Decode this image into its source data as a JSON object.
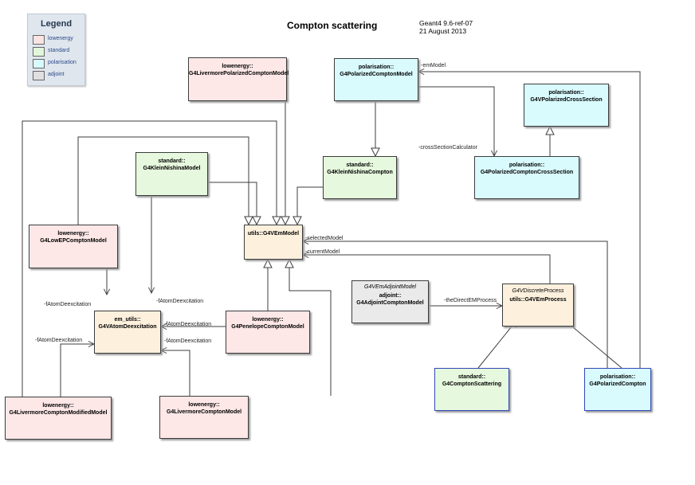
{
  "diagram": {
    "title": "Compton scattering",
    "meta": [
      "Geant4 9.6-ref-07",
      "21 August 2013"
    ]
  },
  "legend": {
    "title": "Legend",
    "items": [
      {
        "label": "lowenergy",
        "color": "#f9e3e3"
      },
      {
        "label": "standard",
        "color": "#e2f7da"
      },
      {
        "label": "polarisation",
        "color": "#d6fafd"
      },
      {
        "label": "adjoint",
        "color": "#e0e0e0"
      }
    ]
  },
  "colors": {
    "lowenergy": "#fde7e7",
    "standard": "#e6f8dd",
    "polarisation": "#d9fbfe",
    "adjoint": "#eaeaea",
    "utils": "#fdf1de",
    "line": "#3d3d3d"
  },
  "nodes": {
    "livermore_polarized": {
      "pkg": "lowenergy::",
      "name": "G4LivermorePolarizedComptonModel"
    },
    "polarized_compton_model": {
      "pkg": "polarisation::",
      "name": "G4PolarizedComptonModel"
    },
    "polarized_cross_section": {
      "pkg": "polarisation::",
      "name": "G4VPolarizedCrossSection"
    },
    "klein_nishina_model": {
      "pkg": "standard::",
      "name": "G4KleinNishinaModel"
    },
    "klein_nishina_compton": {
      "pkg": "standard::",
      "name": "G4KleinNishinaCompton"
    },
    "polarized_compton_cs": {
      "pkg": "polarisation::",
      "name": "G4PolarizedComptonCrossSection"
    },
    "low_ep_compton": {
      "pkg": "lowenergy::",
      "name": "G4LowEPComptonModel"
    },
    "vem_model": {
      "pkg": "utils::G4VEmModel"
    },
    "atom_deexcitation": {
      "pkg": "em_utils::",
      "name": "G4VAtomDeexcitation"
    },
    "penelope_compton": {
      "pkg": "lowenergy::",
      "name": "G4PenelopeComptonModel"
    },
    "adjoint_compton": {
      "stereo": "G4VEmAdjointModel",
      "pkg": "adjoint::",
      "name": "G4AdjointComptonModel"
    },
    "vem_process": {
      "stereo": "G4VDiscreteProcess",
      "pkg": "utils::G4VEmProcess"
    },
    "livermore_compton_modified": {
      "pkg": "lowenergy::",
      "name": "G4LivermoreComptonModifiedModel"
    },
    "livermore_compton": {
      "pkg": "lowenergy::",
      "name": "G4LivermoreComptonModel"
    },
    "compton_scattering": {
      "pkg": "standard::",
      "name": "G4ComptonScattering"
    },
    "polarized_compton": {
      "pkg": "polarisation::",
      "name": "G4PolarizedCompton"
    }
  },
  "labels": {
    "em_model": "-emModel",
    "cross_section_calculator": "-crossSectionCalculator",
    "selected_model": "-selectedModel",
    "current_model": "-currentModel",
    "fatom_1": "-fAtomDeexcitation",
    "fatom_2": "-fAtomDeexcitation",
    "fatom_3": "-fAtomDeexcitation",
    "fatom_4": "-fAtomDeexcitation",
    "fatom_5": "-fAtomDeexcitation",
    "direct_em_process": "-theDirectEMProcess"
  }
}
